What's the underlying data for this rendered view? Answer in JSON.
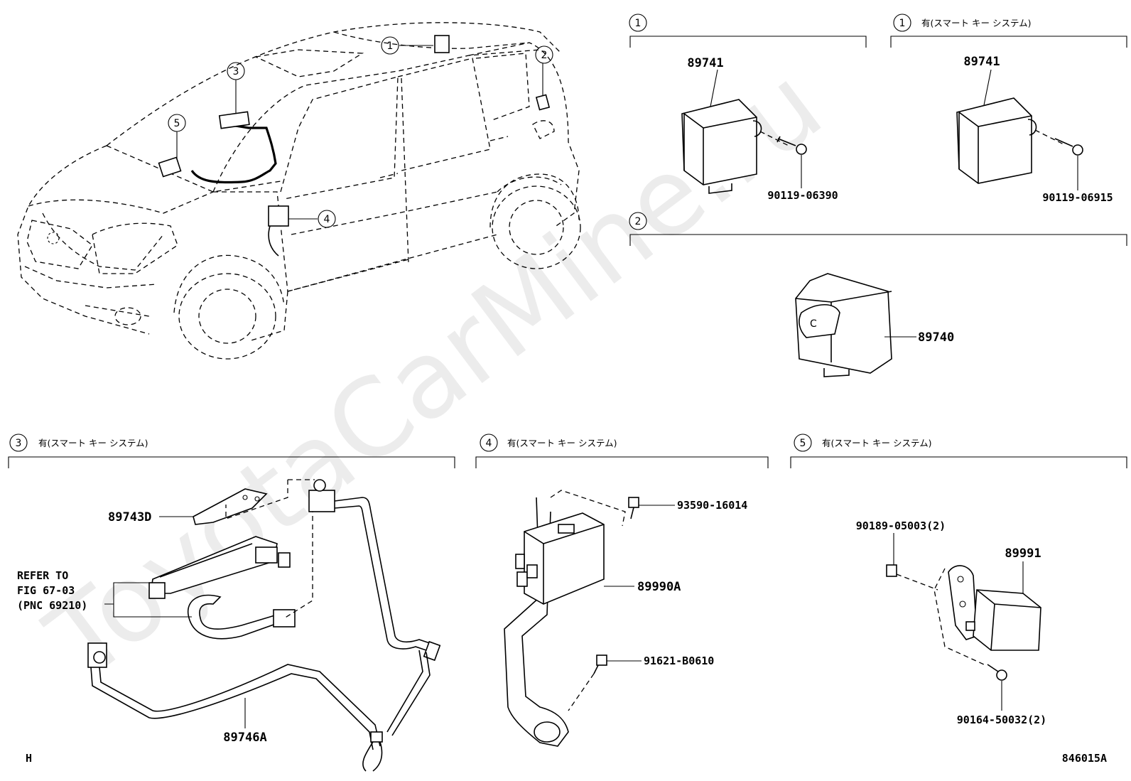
{
  "watermark": "ToyotaCarMine.ru",
  "overview": {
    "callouts": [
      "1",
      "2",
      "3",
      "4",
      "5"
    ]
  },
  "sections": {
    "s1": {
      "num": "1",
      "note": ""
    },
    "s1b": {
      "num": "1",
      "note": "有(スマート キー システム)"
    },
    "s2": {
      "num": "2",
      "note": ""
    },
    "s3": {
      "num": "3",
      "note": "有(スマート キー システム)"
    },
    "s4": {
      "num": "4",
      "note": "有(スマート キー システム)"
    },
    "s5": {
      "num": "5",
      "note": "有(スマート キー システム)"
    }
  },
  "parts": {
    "p89741_a": "89741",
    "p90119_06390": "90119-06390",
    "p89741_b": "89741",
    "p90119_06915": "90119-06915",
    "p89740": "89740",
    "p89743D": "89743D",
    "p89746A": "89746A",
    "p93590_16014": "93590-16014",
    "p89990A": "89990A",
    "p91621_B0610": "91621-B0610",
    "p90189_05003": "90189-05003(2)",
    "p89991": "89991",
    "p90164_50032": "90164-50032(2)"
  },
  "refer": {
    "line1": "REFER TO",
    "line2": "FIG  67-03",
    "line3": "(PNC 69210)"
  },
  "footer": {
    "left": "H",
    "code": "846015A"
  }
}
